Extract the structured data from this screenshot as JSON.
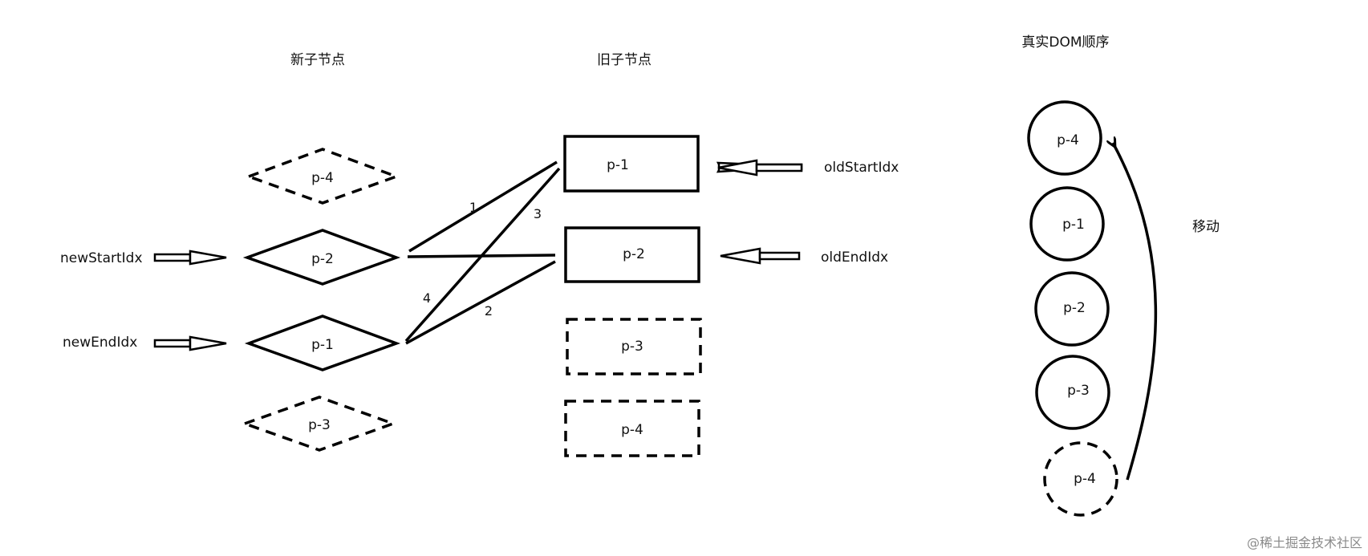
{
  "titles": {
    "new_children": "新子节点",
    "old_children": "旧子节点",
    "real_dom_order": "真实DOM顺序"
  },
  "pointers": {
    "new_start": "newStartIdx",
    "new_end": "newEndIdx",
    "old_start": "oldStartIdx",
    "old_end": "oldEndIdx"
  },
  "new_nodes": [
    {
      "label": "p-4",
      "style": "dashed"
    },
    {
      "label": "p-2",
      "style": "solid"
    },
    {
      "label": "p-1",
      "style": "solid"
    },
    {
      "label": "p-3",
      "style": "dashed"
    }
  ],
  "old_nodes": [
    {
      "label": "p-1",
      "style": "solid"
    },
    {
      "label": "p-2",
      "style": "solid"
    },
    {
      "label": "p-3",
      "style": "dashed"
    },
    {
      "label": "p-4",
      "style": "dashed"
    }
  ],
  "dom_nodes": [
    {
      "label": "p-4",
      "style": "solid"
    },
    {
      "label": "p-1",
      "style": "solid"
    },
    {
      "label": "p-2",
      "style": "solid"
    },
    {
      "label": "p-3",
      "style": "solid"
    },
    {
      "label": "p-4",
      "style": "dashed"
    }
  ],
  "comparison_labels": [
    "1",
    "2",
    "3",
    "4"
  ],
  "move_label": "移动",
  "watermark": "@稀土掘金技术社区"
}
